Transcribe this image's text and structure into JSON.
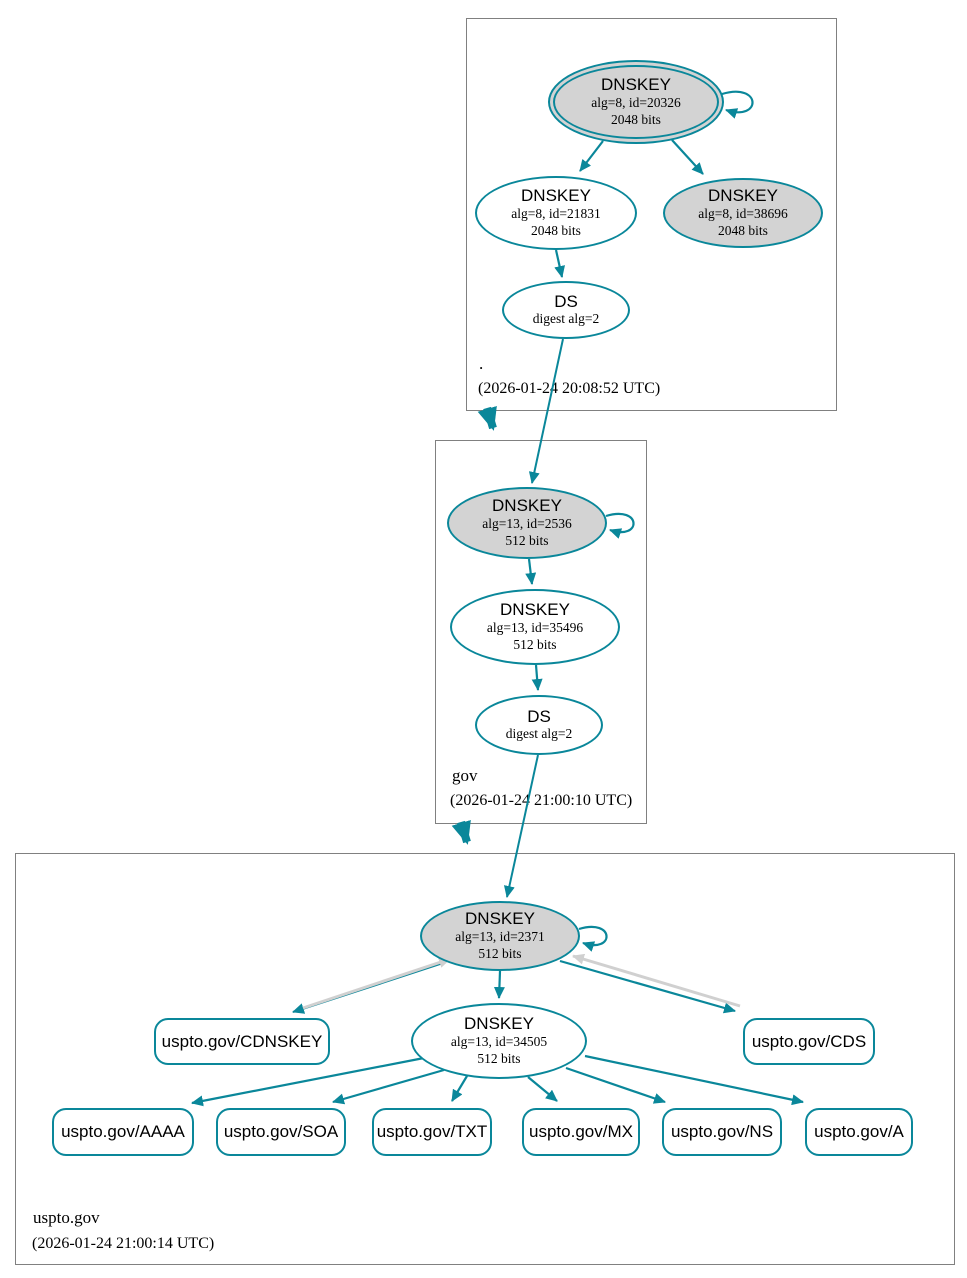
{
  "colors": {
    "secure_edge": "#0a879a",
    "key_node_fill": "#d3d3d3",
    "provisional_edge_gray": "#d0d0d0",
    "zone_box_border": "#808080"
  },
  "zones": {
    "root": {
      "label": ".",
      "timestamp": "(2026-01-24 20:08:52 UTC)",
      "ksk": {
        "title": "DNSKEY",
        "detail": "alg=8, id=20326",
        "size": "2048 bits"
      },
      "zsk": {
        "title": "DNSKEY",
        "detail": "alg=8, id=21831",
        "size": "2048 bits"
      },
      "key2": {
        "title": "DNSKEY",
        "detail": "alg=8, id=38696",
        "size": "2048 bits"
      },
      "ds": {
        "title": "DS",
        "detail": "digest alg=2"
      }
    },
    "gov": {
      "label": "gov",
      "timestamp": "(2026-01-24 21:00:10 UTC)",
      "ksk": {
        "title": "DNSKEY",
        "detail": "alg=13, id=2536",
        "size": "512 bits"
      },
      "zsk": {
        "title": "DNSKEY",
        "detail": "alg=13, id=35496",
        "size": "512 bits"
      },
      "ds": {
        "title": "DS",
        "detail": "digest alg=2"
      }
    },
    "uspto": {
      "label": "uspto.gov",
      "timestamp": "(2026-01-24 21:00:14 UTC)",
      "ksk": {
        "title": "DNSKEY",
        "detail": "alg=13, id=2371",
        "size": "512 bits"
      },
      "zsk": {
        "title": "DNSKEY",
        "detail": "alg=13, id=34505",
        "size": "512 bits"
      },
      "rrsets": {
        "cdnskey": {
          "label": "uspto.gov/CDNSKEY"
        },
        "cds": {
          "label": "uspto.gov/CDS"
        },
        "aaaa": {
          "label": "uspto.gov/AAAA"
        },
        "soa": {
          "label": "uspto.gov/SOA"
        },
        "txt": {
          "label": "uspto.gov/TXT"
        },
        "mx": {
          "label": "uspto.gov/MX"
        },
        "ns": {
          "label": "uspto.gov/NS"
        },
        "a": {
          "label": "uspto.gov/A"
        }
      }
    }
  }
}
